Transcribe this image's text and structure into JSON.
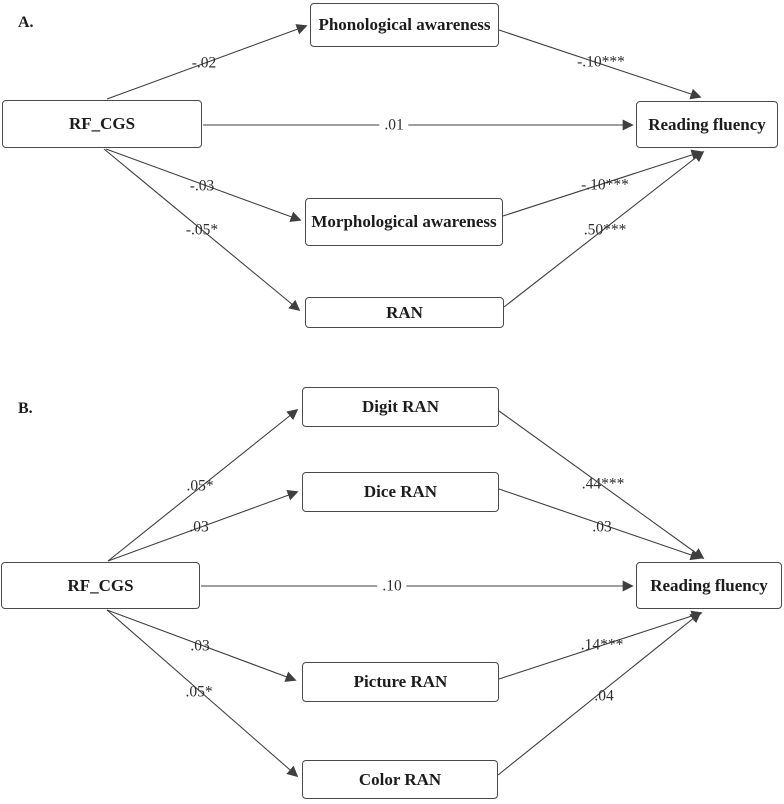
{
  "figure": {
    "panel_a": {
      "label": "A.",
      "nodes": {
        "predictor": "RF_CGS",
        "mediator1": "Phonological awareness",
        "mediator2": "Morphological awareness",
        "mediator3": "RAN",
        "outcome": "Reading fluency"
      },
      "coefficients": {
        "predictor_to_mediator1": "-.02",
        "mediator1_to_outcome": "-.10***",
        "direct_effect": ".01",
        "predictor_to_mediator2": "-.03",
        "mediator2_to_outcome": "-.10***",
        "predictor_to_mediator3": "-.05*",
        "mediator3_to_outcome": ".50***"
      }
    },
    "panel_b": {
      "label": "B.",
      "nodes": {
        "predictor": "RF_CGS",
        "mediator1": "Digit RAN",
        "mediator2": "Dice RAN",
        "mediator3": "Picture RAN",
        "mediator4": "Color RAN",
        "outcome": "Reading fluency"
      },
      "coefficients": {
        "predictor_to_mediator1": ".05*",
        "predictor_to_mediator2": ".03",
        "direct_effect": ".10",
        "predictor_to_mediator3": ".03",
        "predictor_to_mediator4": ".05*",
        "mediator1_to_outcome": ".44***",
        "mediator2_to_outcome": ".03",
        "mediator3_to_outcome": ".14***",
        "mediator4_to_outcome": ".04"
      }
    },
    "line_color": "#3f3f3f"
  }
}
